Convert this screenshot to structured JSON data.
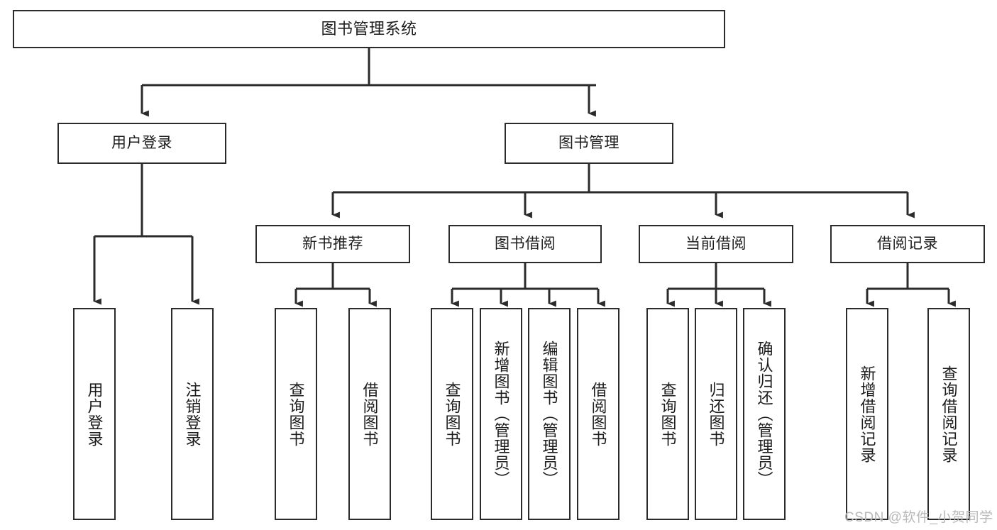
{
  "diagram": {
    "title": "图书管理系统",
    "type": "tree-hierarchy",
    "root": {
      "id": "root",
      "label": "图书管理系统"
    },
    "level2": [
      {
        "id": "user-login",
        "label": "用户登录"
      },
      {
        "id": "book-manage",
        "label": "图书管理"
      }
    ],
    "level3": [
      {
        "id": "new-book-rec",
        "label": "新书推荐",
        "parent": "book-manage"
      },
      {
        "id": "book-borrow",
        "label": "图书借阅",
        "parent": "book-manage"
      },
      {
        "id": "current-borrow",
        "label": "当前借阅",
        "parent": "book-manage"
      },
      {
        "id": "borrow-record",
        "label": "借阅记录",
        "parent": "book-manage"
      }
    ],
    "leaves": [
      {
        "id": "leaf-user-login",
        "label": "用户登录",
        "parent": "user-login"
      },
      {
        "id": "leaf-user-logout",
        "label": "注销登录",
        "parent": "user-login"
      },
      {
        "id": "leaf-query-book-1",
        "label": "查询图书",
        "parent": "new-book-rec"
      },
      {
        "id": "leaf-borrow-book-1",
        "label": "借阅图书",
        "parent": "new-book-rec"
      },
      {
        "id": "leaf-query-book-2",
        "label": "查询图书",
        "parent": "book-borrow"
      },
      {
        "id": "leaf-add-book",
        "label": "新增图书（管理员）",
        "parent": "book-borrow"
      },
      {
        "id": "leaf-edit-book",
        "label": "编辑图书（管理员）",
        "parent": "book-borrow"
      },
      {
        "id": "leaf-borrow-book-2",
        "label": "借阅图书",
        "parent": "book-borrow"
      },
      {
        "id": "leaf-query-book-3",
        "label": "查询图书",
        "parent": "current-borrow"
      },
      {
        "id": "leaf-return-book",
        "label": "归还图书",
        "parent": "current-borrow"
      },
      {
        "id": "leaf-confirm-return",
        "label": "确认归还（管理员）",
        "parent": "current-borrow"
      },
      {
        "id": "leaf-add-record",
        "label": "新增借阅记录",
        "parent": "borrow-record"
      },
      {
        "id": "leaf-query-record",
        "label": "查询借阅记录",
        "parent": "borrow-record"
      }
    ],
    "colors": {
      "stroke": "#2b2b2b",
      "fill": "#ffffff",
      "text": "#1c1c1c",
      "watermark": "#b9b9b9"
    }
  },
  "watermark": {
    "text": "CSDN @软件_小贺同学"
  }
}
